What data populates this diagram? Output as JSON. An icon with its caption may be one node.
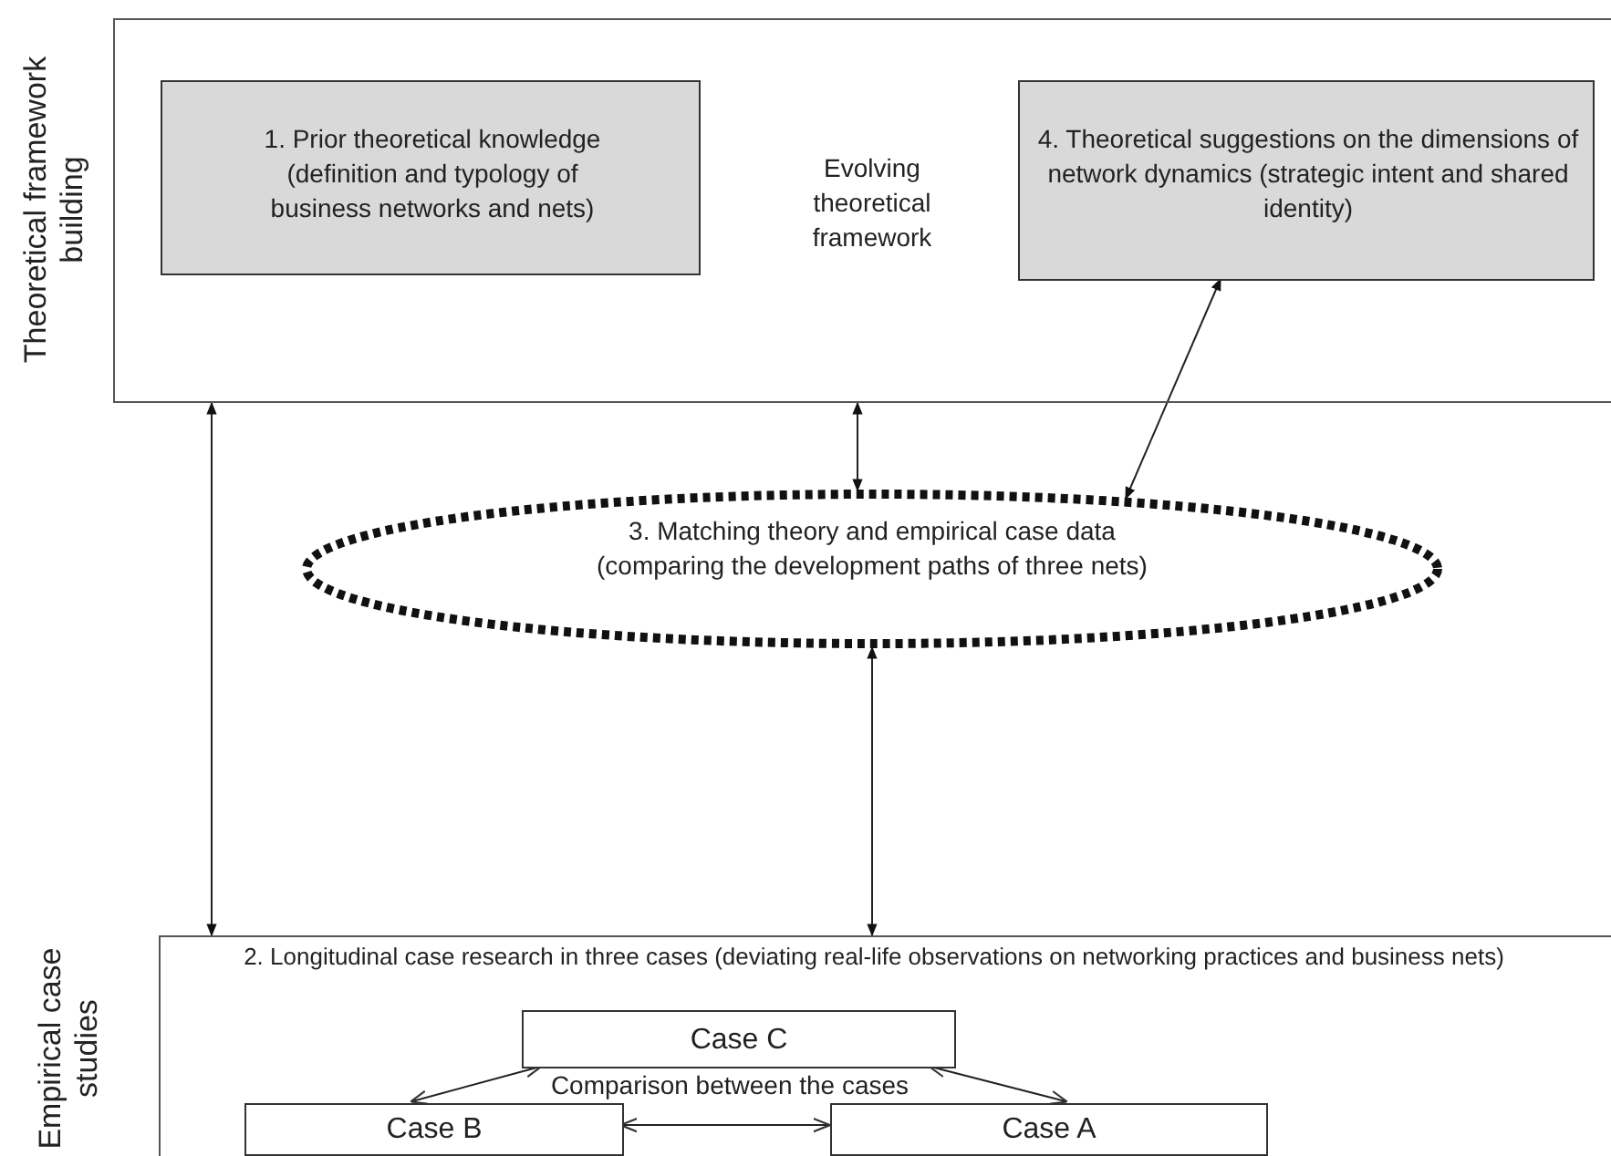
{
  "diagram": {
    "nodes": [
      {
        "text": [
          "Evolving theoretical framework"
        ]
      },
      {
        "text": [
          "1. Prior theoretical knowledge (definition and typology of business networks and nets)"
        ],
        "in": 0
      },
      {
        "text": [
          "4. Theoretical suggestions on the dimensions of network dynamics (strategic intent and shared identity)"
        ],
        "in": 0
      },
      {
        "text": [
          "3. Matching theory and empirical case data (comparing the development paths of three nets)"
        ]
      },
      {
        "text": [
          "2. Longitudinal case research in three cases (deviating real-life observations on networking practices and business nets)"
        ]
      },
      {
        "text": [
          "Case C"
        ],
        "in": 4
      },
      {
        "text": [
          "Case B"
        ],
        "in": 4
      },
      {
        "text": [
          "Case A"
        ],
        "in": 4
      }
    ],
    "edges": [
      {
        "from": 0,
        "to": 4,
        "arrow": "both"
      },
      {
        "from": 0,
        "to": 3,
        "arrow": "both"
      },
      {
        "from": 2,
        "to": 3,
        "arrow": "both"
      },
      {
        "from": 3,
        "to": 4,
        "arrow": "both"
      },
      {
        "from": 5,
        "to": 6,
        "arrow": "both"
      },
      {
        "from": 5,
        "to": 7,
        "arrow": "both"
      },
      {
        "from": 6,
        "to": 7,
        "arrow": "both"
      }
    ],
    "labels": [
      "Theoretical framework building",
      "Empirical case studies",
      "Comparison between the cases"
    ]
  }
}
